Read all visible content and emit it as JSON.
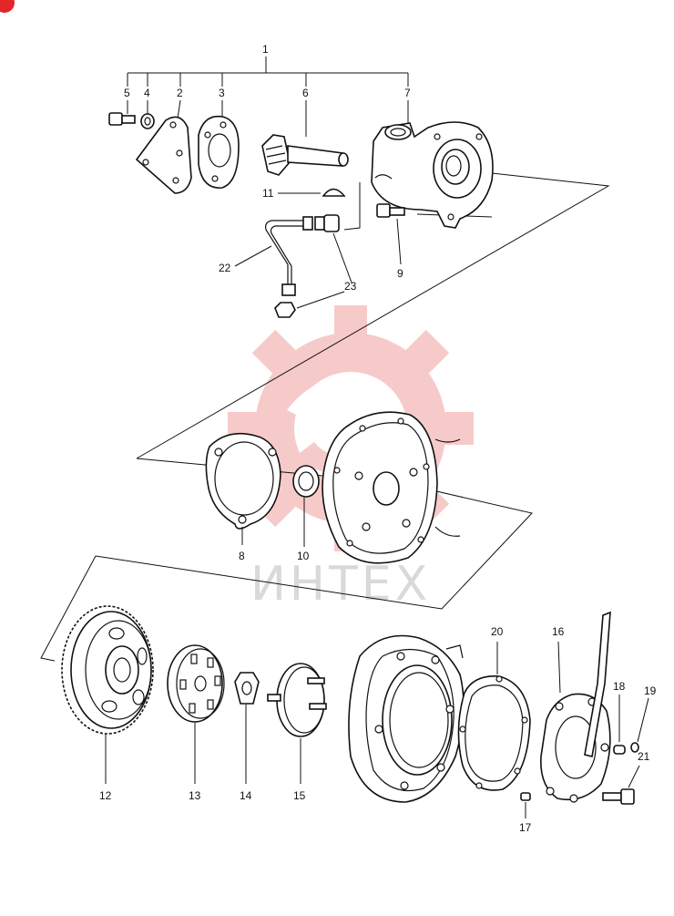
{
  "watermark": {
    "text": "ИНТЕХ",
    "color": "#e96a6a"
  },
  "badge_color": "#e2262a",
  "labels": [
    {
      "id": "1",
      "text": "1"
    },
    {
      "id": "2",
      "text": "2"
    },
    {
      "id": "3",
      "text": "3"
    },
    {
      "id": "4",
      "text": "4"
    },
    {
      "id": "5",
      "text": "5"
    },
    {
      "id": "6",
      "text": "6"
    },
    {
      "id": "7",
      "text": "7"
    },
    {
      "id": "8",
      "text": "8"
    },
    {
      "id": "9",
      "text": "9"
    },
    {
      "id": "10",
      "text": "10"
    },
    {
      "id": "11",
      "text": "11"
    },
    {
      "id": "12",
      "text": "12"
    },
    {
      "id": "13",
      "text": "13"
    },
    {
      "id": "14",
      "text": "14"
    },
    {
      "id": "15",
      "text": "15"
    },
    {
      "id": "16",
      "text": "16"
    },
    {
      "id": "17",
      "text": "17"
    },
    {
      "id": "18",
      "text": "18"
    },
    {
      "id": "19",
      "text": "19"
    },
    {
      "id": "20",
      "text": "20"
    },
    {
      "id": "21",
      "text": "21"
    },
    {
      "id": "22",
      "text": "22"
    },
    {
      "id": "23",
      "text": "23"
    }
  ]
}
